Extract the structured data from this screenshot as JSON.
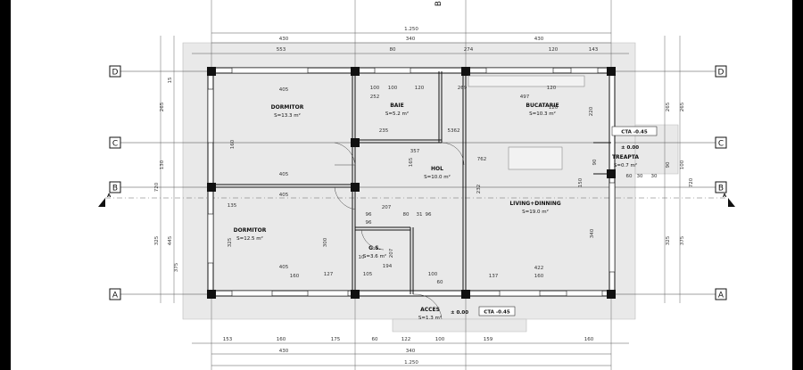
{
  "rooms": [
    {
      "id": "dormitor1",
      "name": "DORMITOR",
      "area": "S=13.3 m²"
    },
    {
      "id": "baie",
      "name": "BAIE",
      "area": "S=5.2 m²"
    },
    {
      "id": "bucatarie",
      "name": "BUCATARIE",
      "area": "S=10.3 m²"
    },
    {
      "id": "hol",
      "name": "HOL",
      "area": "S=10.0 m²"
    },
    {
      "id": "treapta",
      "name": "TREAPTA",
      "area": "S=0.7 m²"
    },
    {
      "id": "living",
      "name": "LIVING+DINNING",
      "area": "S=19.0 m²"
    },
    {
      "id": "dormitor2",
      "name": "DORMITOR",
      "area": "S=12.5 m²"
    },
    {
      "id": "gs",
      "name": "G.S.",
      "area": "S=3.6 m²"
    },
    {
      "id": "acces",
      "name": "ACCES",
      "area": "S=1.3 m²"
    }
  ],
  "axes": {
    "rows": [
      "D",
      "C",
      "B",
      "A"
    ],
    "section": "A",
    "top_marker": "B"
  },
  "levels": {
    "cta1": "CTA -0.45",
    "cta2": "CTA -0.45",
    "zero1": "± 0.00",
    "zero2": "± 0.00"
  },
  "dims": {
    "top_total": "1.250",
    "top_split": [
      "430",
      "340",
      "430"
    ],
    "top_detail": [
      "553",
      "80",
      "274",
      "120",
      "143"
    ],
    "bottom_detail": [
      "153",
      "160",
      "175",
      "60",
      "122",
      "100",
      "159",
      "160"
    ],
    "bottom_split": [
      "430",
      "340"
    ],
    "bottom_total": "1.250",
    "left_outer": [
      "720",
      "445",
      "325"
    ],
    "left_inner": [
      "15",
      "265",
      "130",
      "375"
    ],
    "right_outer": [
      "720",
      "265",
      "100",
      "375"
    ],
    "right_inner": [
      "265",
      "90",
      "325"
    ],
    "inner": [
      "405",
      "252",
      "100",
      "120",
      "269",
      "497",
      "120",
      "405",
      "160",
      "100",
      "357",
      "405",
      "207",
      "96",
      "96",
      "80",
      "31",
      "96",
      "405",
      "194",
      "10",
      "127",
      "105",
      "160",
      "100",
      "60",
      "137",
      "160",
      "120",
      "422",
      "762",
      "232",
      "340",
      "165",
      "325",
      "300",
      "220",
      "150",
      "90",
      "60",
      "30",
      "30",
      "135",
      "207",
      "53",
      "62",
      "235"
    ]
  }
}
